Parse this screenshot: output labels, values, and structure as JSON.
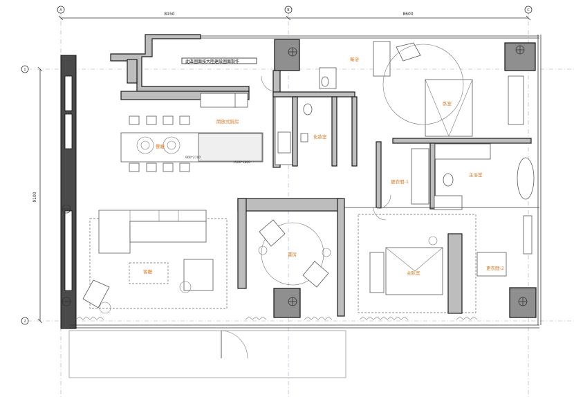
{
  "dimensions": {
    "span_left": "8150",
    "span_right": "8600",
    "height": "9100"
  },
  "axes": {
    "a1": "A",
    "a2": "B",
    "a3": "C",
    "r1": "1",
    "r2": "2"
  },
  "note": "此區圖面按大陸建設圖面製作",
  "rooms": {
    "kitchen": "開放式廚房",
    "dining": "餐廳",
    "living": "客廳",
    "study": "書房",
    "bath1": "衛浴",
    "powder": "化妝室",
    "bedroom": "臥室",
    "master_bath": "主浴室",
    "closet1": "更衣間-1",
    "closet2": "更衣間-2",
    "master_bed": "主臥室"
  },
  "sizes": {
    "table": "900*2700",
    "island": "1500*1800"
  },
  "colors": {
    "label": "#e0781a",
    "wall": "#bdbdbd",
    "column": "#8f8f8f"
  }
}
